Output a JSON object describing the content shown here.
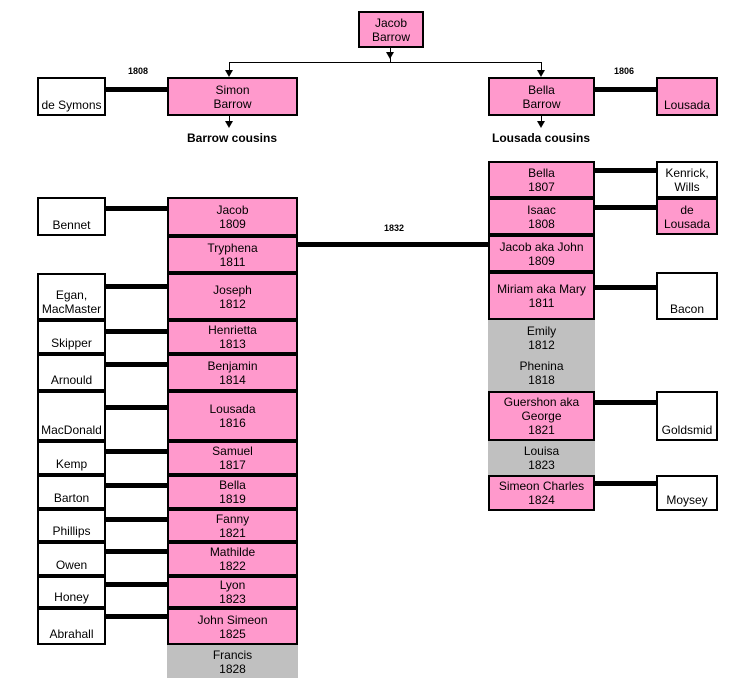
{
  "root": "Jacob\nBarrow",
  "left_parent": "Simon\nBarrow",
  "left_spouse": "de Symons",
  "left_year": "1808",
  "left_label": "Barrow cousins",
  "right_parent": "Bella\nBarrow",
  "right_spouse": "Lousada",
  "right_year": "1806",
  "right_label": "Lousada cousins",
  "cousin_marriage_year": "1832",
  "left_children": [
    {
      "name": "Jacob\n1809",
      "spouse": "Bennet"
    },
    {
      "name": "Tryphena\n1811",
      "spouse": ""
    },
    {
      "name": "Joseph\n1812",
      "spouse": "Egan,\nMacMaster"
    },
    {
      "name": "Henrietta\n1813",
      "spouse": "Skipper"
    },
    {
      "name": "Benjamin\n1814",
      "spouse": "Arnould"
    },
    {
      "name": "Lousada\n1816",
      "spouse": "MacDonald"
    },
    {
      "name": "Samuel\n1817",
      "spouse": "Kemp"
    },
    {
      "name": "Bella\n1819",
      "spouse": "Barton"
    },
    {
      "name": "Fanny\n1821",
      "spouse": "Phillips"
    },
    {
      "name": "Mathilde\n1822",
      "spouse": "Owen"
    },
    {
      "name": "Lyon\n1823",
      "spouse": "Honey"
    },
    {
      "name": "John Simeon\n1825",
      "spouse": "Abrahall"
    },
    {
      "name": "Francis\n1828",
      "spouse": ""
    }
  ],
  "right_children": [
    {
      "name": "Bella\n1807",
      "spouse": "Kenrick,\nWills"
    },
    {
      "name": "Isaac\n1808",
      "spouse": "de\nLousada"
    },
    {
      "name": "Jacob aka John\n1809",
      "spouse": ""
    },
    {
      "name": "Miriam aka Mary\n1811",
      "spouse": "Bacon"
    },
    {
      "name": "Emily\n1812",
      "spouse": ""
    },
    {
      "name": "Phenina\n1818",
      "spouse": ""
    },
    {
      "name": "Guershon aka\nGeorge\n1821",
      "spouse": "Goldsmid"
    },
    {
      "name": "Louisa\n1823",
      "spouse": ""
    },
    {
      "name": "Simeon Charles\n1824",
      "spouse": "Moysey"
    }
  ]
}
